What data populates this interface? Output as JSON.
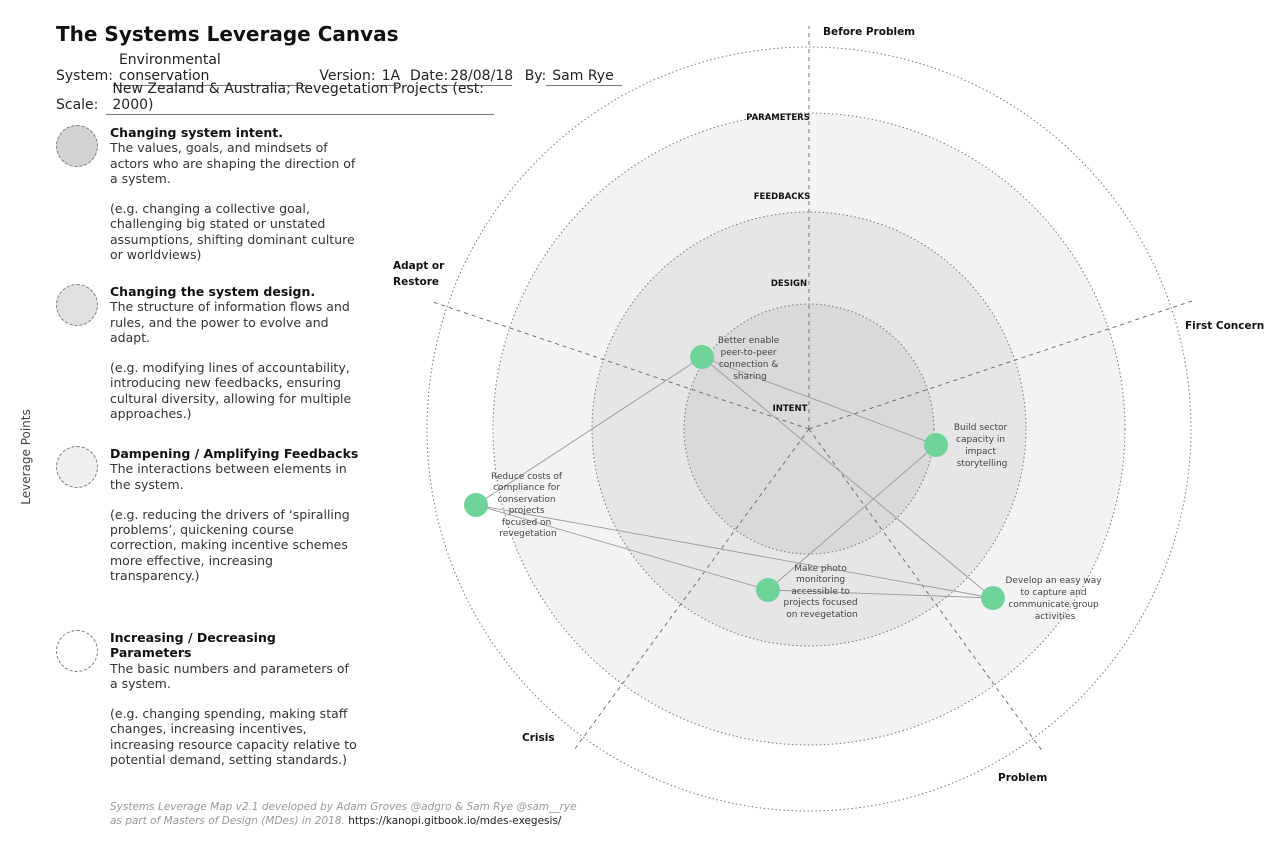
{
  "header": {
    "title": "The Systems Leverage Canvas",
    "system_label": "System:",
    "system_value": "Environmental conservation",
    "version_label": "Version:",
    "version_value": "1A",
    "date_label": "Date:",
    "date_value": "28/08/18",
    "by_label": "By:",
    "by_value": "Sam Rye",
    "scale_label": "Scale:",
    "scale_value": "New Zealand & Australia; Revegetation Projects (est: 2000)"
  },
  "side_label": "Leverage Points",
  "legend": [
    {
      "heading": "Changing system intent.",
      "description": "The values, goals, and mindsets of actors who are shaping the direction of a system.",
      "example": "(e.g. changing a collective goal, challenging big stated or unstated assumptions, shifting dominant culture or worldviews)",
      "color": "#d3d3d3"
    },
    {
      "heading": "Changing the system design.",
      "description": "The structure of information flows and rules, and the power to evolve and adapt.",
      "example": "(e.g. modifying lines of accountability, introducing new feedbacks, ensuring cultural diversity, allowing for multiple approaches.)",
      "color": "#e0e0e0"
    },
    {
      "heading": "Dampening / Amplifying Feedbacks",
      "description": "The interactions between elements in the system.",
      "example": "(e.g. reducing the drivers of ‘spiralling problems’, quickening course correction, making incentive schemes more effective, increasing transparency.)",
      "color": "#efefef"
    },
    {
      "heading": "Increasing / Decreasing Parameters",
      "description": "The basic numbers and parameters of a system.",
      "example": "(e.g. changing spending, making staff changes, increasing incentives, increasing resource capacity relative to potential demand, setting standards.)",
      "color": "#ffffff"
    }
  ],
  "rings": {
    "parameters": "PARAMETERS",
    "feedbacks": "FEEDBACKS",
    "design": "DESIGN",
    "intent": "INTENT",
    "colors": {
      "outer": "#ffffff",
      "parameters": "#f3f3f3",
      "feedbacks": "#e6e6e6",
      "design": "#d9d9d9"
    }
  },
  "directions": {
    "before_problem": "Before Problem",
    "first_concern": "First Concern",
    "problem": "Problem",
    "crisis": "Crisis",
    "adapt_line1": "Adapt or",
    "adapt_line2": "Restore"
  },
  "nodes": [
    {
      "id": "n1",
      "lines": [
        "Better enable",
        "peer-to-peer",
        "connection &",
        "sharing"
      ]
    },
    {
      "id": "n2",
      "lines": [
        "Build sector",
        "capacity in",
        "impact",
        "storytelling"
      ]
    },
    {
      "id": "n3",
      "lines": [
        "Reduce costs of",
        "compliance for",
        "conservation",
        "projects",
        "focused on",
        "revegetation"
      ]
    },
    {
      "id": "n4",
      "lines": [
        "Make photo",
        "monitoring",
        "accessible to",
        "projects focused",
        "on revegetation"
      ]
    },
    {
      "id": "n5",
      "lines": [
        "Develop an easy way",
        "to capture and",
        "communicate group",
        "activities"
      ]
    }
  ],
  "node_color": "#6fd49a",
  "footer": {
    "credit": "Systems Leverage Map v2.1 developed by Adam Groves @adgro & Sam Rye @sam__rye as part of Masters of Design (MDes) in 2018.",
    "url": "https://kanopi.gitbook.io/mdes-exegesis/"
  }
}
